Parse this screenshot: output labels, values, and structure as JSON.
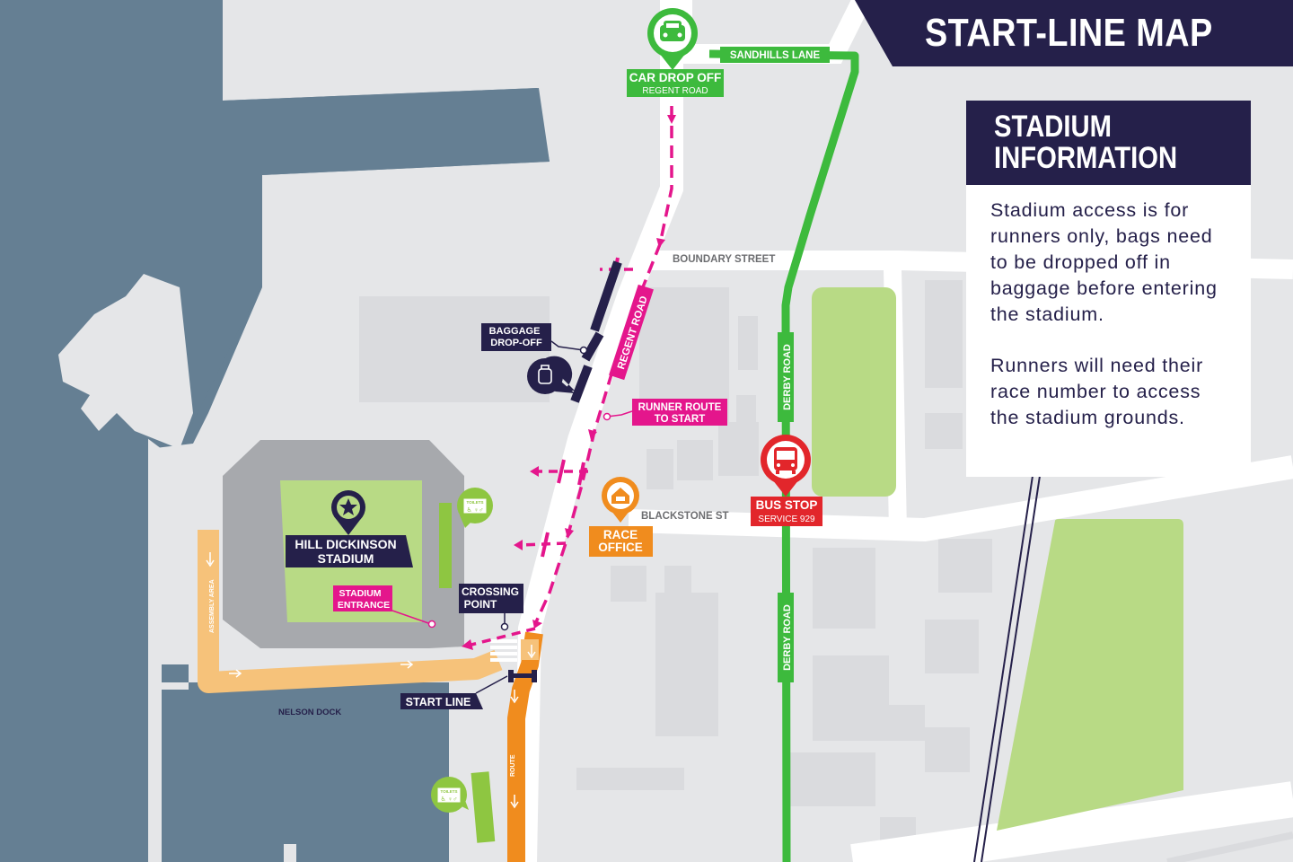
{
  "header": {
    "title": "START-LINE MAP"
  },
  "info_panel": {
    "title_line1": "STADIUM",
    "title_line2": "INFORMATION",
    "paragraph1": "Stadium access is for runners only, bags need to be dropped off in baggage before entering the stadium.",
    "paragraph2": "Runners will need their race number to access the stadium grounds."
  },
  "streets": {
    "sandhills_lane": "SANDHILLS LANE",
    "boundary_street": "BOUNDARY STREET",
    "blackstone_st": "BLACKSTONE ST",
    "regent_road": "REGENT ROAD",
    "derby_road": "DERBY ROAD",
    "nelson_dock": "NELSON DOCK",
    "assembly_area": "ASSEMBLY AREA",
    "route": "ROUTE"
  },
  "markers": {
    "car_drop_off": {
      "title": "CAR DROP OFF",
      "subtitle": "REGENT ROAD"
    },
    "bus_stop": {
      "title": "BUS STOP",
      "subtitle": "SERVICE 929"
    },
    "race_office": {
      "line1": "RACE",
      "line2": "OFFICE"
    },
    "stadium": {
      "line1": "HILL DICKINSON",
      "line2": "STADIUM"
    },
    "stadium_entrance": {
      "line1": "STADIUM",
      "line2": "ENTRANCE"
    },
    "baggage": {
      "line1": "BAGGAGE",
      "line2": "DROP-OFF"
    },
    "runner_route": {
      "line1": "RUNNER ROUTE",
      "line2": "TO START"
    },
    "crossing_point": {
      "line1": "CROSSING",
      "line2": "POINT"
    },
    "start_line": {
      "label": "START LINE"
    },
    "toilets": {
      "label": "TOILETS"
    }
  },
  "colors": {
    "navy": "#25204a",
    "green_route": "#3dba3d",
    "magenta": "#e4168c",
    "orange": "#f08c1e",
    "red": "#e2262b",
    "water": "#657f93",
    "park": "#b8da85",
    "assembly": "#f6c27a"
  }
}
